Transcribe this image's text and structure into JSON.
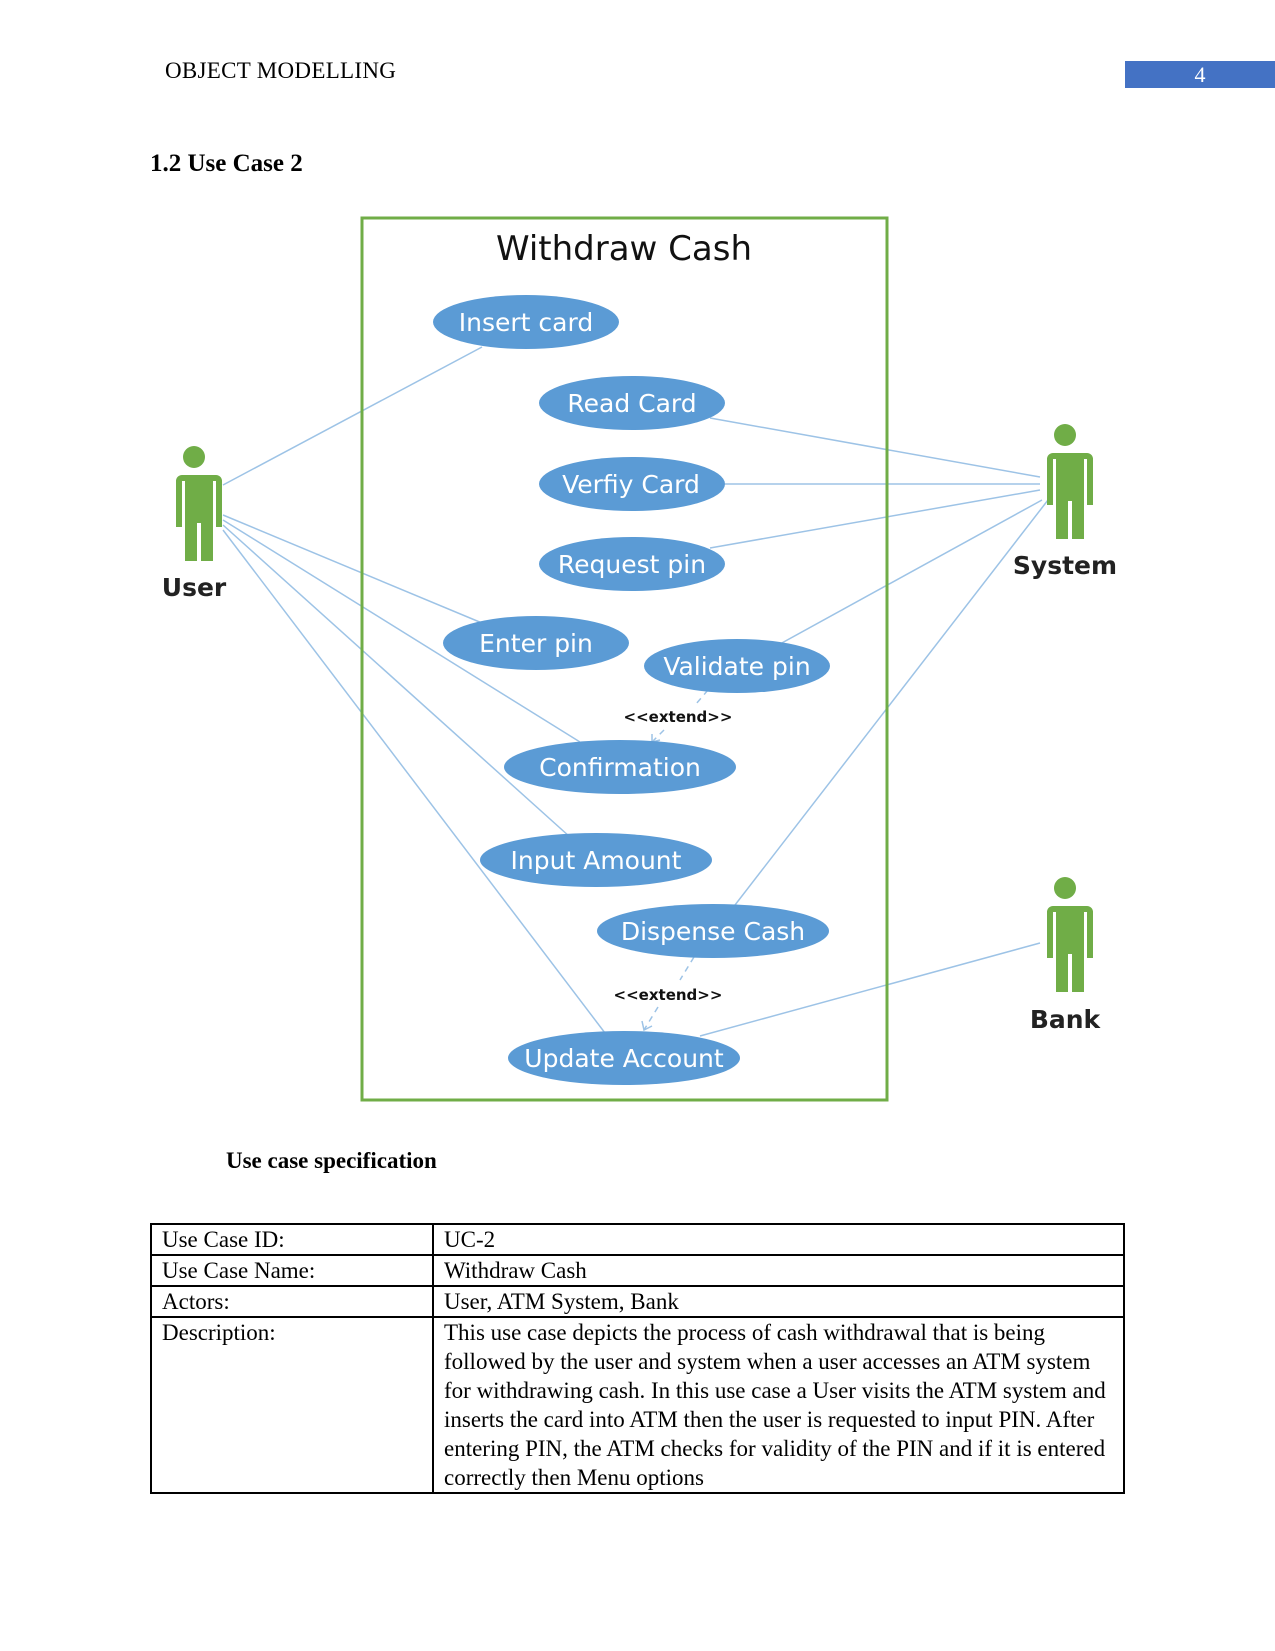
{
  "header": {
    "title": "OBJECT MODELLING",
    "page_number": "4"
  },
  "section_heading": "1.2 Use Case 2",
  "diagram": {
    "system_title": "Withdraw Cash",
    "use_cases": [
      "Insert card",
      "Read Card",
      "Verfiy Card",
      "Request pin",
      "Enter pin",
      "Validate pin",
      "Confirmation",
      "Input Amount",
      "Dispense Cash",
      "Update Account"
    ],
    "actors": [
      "User",
      "System",
      "Bank"
    ],
    "stereotypes": [
      "<<extend>>",
      "<<extend>>"
    ],
    "colors": {
      "boundary": "#70ad47",
      "actor": "#70ad47",
      "use_case_fill": "#5b9bd5",
      "line": "#9dc3e6"
    }
  },
  "spec_heading": "Use case specification",
  "spec_table": {
    "rows": [
      {
        "key": "Use Case ID:",
        "value": "UC-2"
      },
      {
        "key": "Use Case Name:",
        "value": "Withdraw Cash"
      },
      {
        "key": "Actors:",
        "value": "User, ATM System, Bank"
      },
      {
        "key": "Description:",
        "value": "This use case depicts the process of cash withdrawal that is being followed by the user and system when a user accesses an ATM system for withdrawing cash. In this use case a User visits the ATM system and inserts the card into ATM then the user is requested to input PIN. After entering PIN, the ATM checks for validity of the PIN and if it is entered correctly then Menu options"
      }
    ]
  }
}
